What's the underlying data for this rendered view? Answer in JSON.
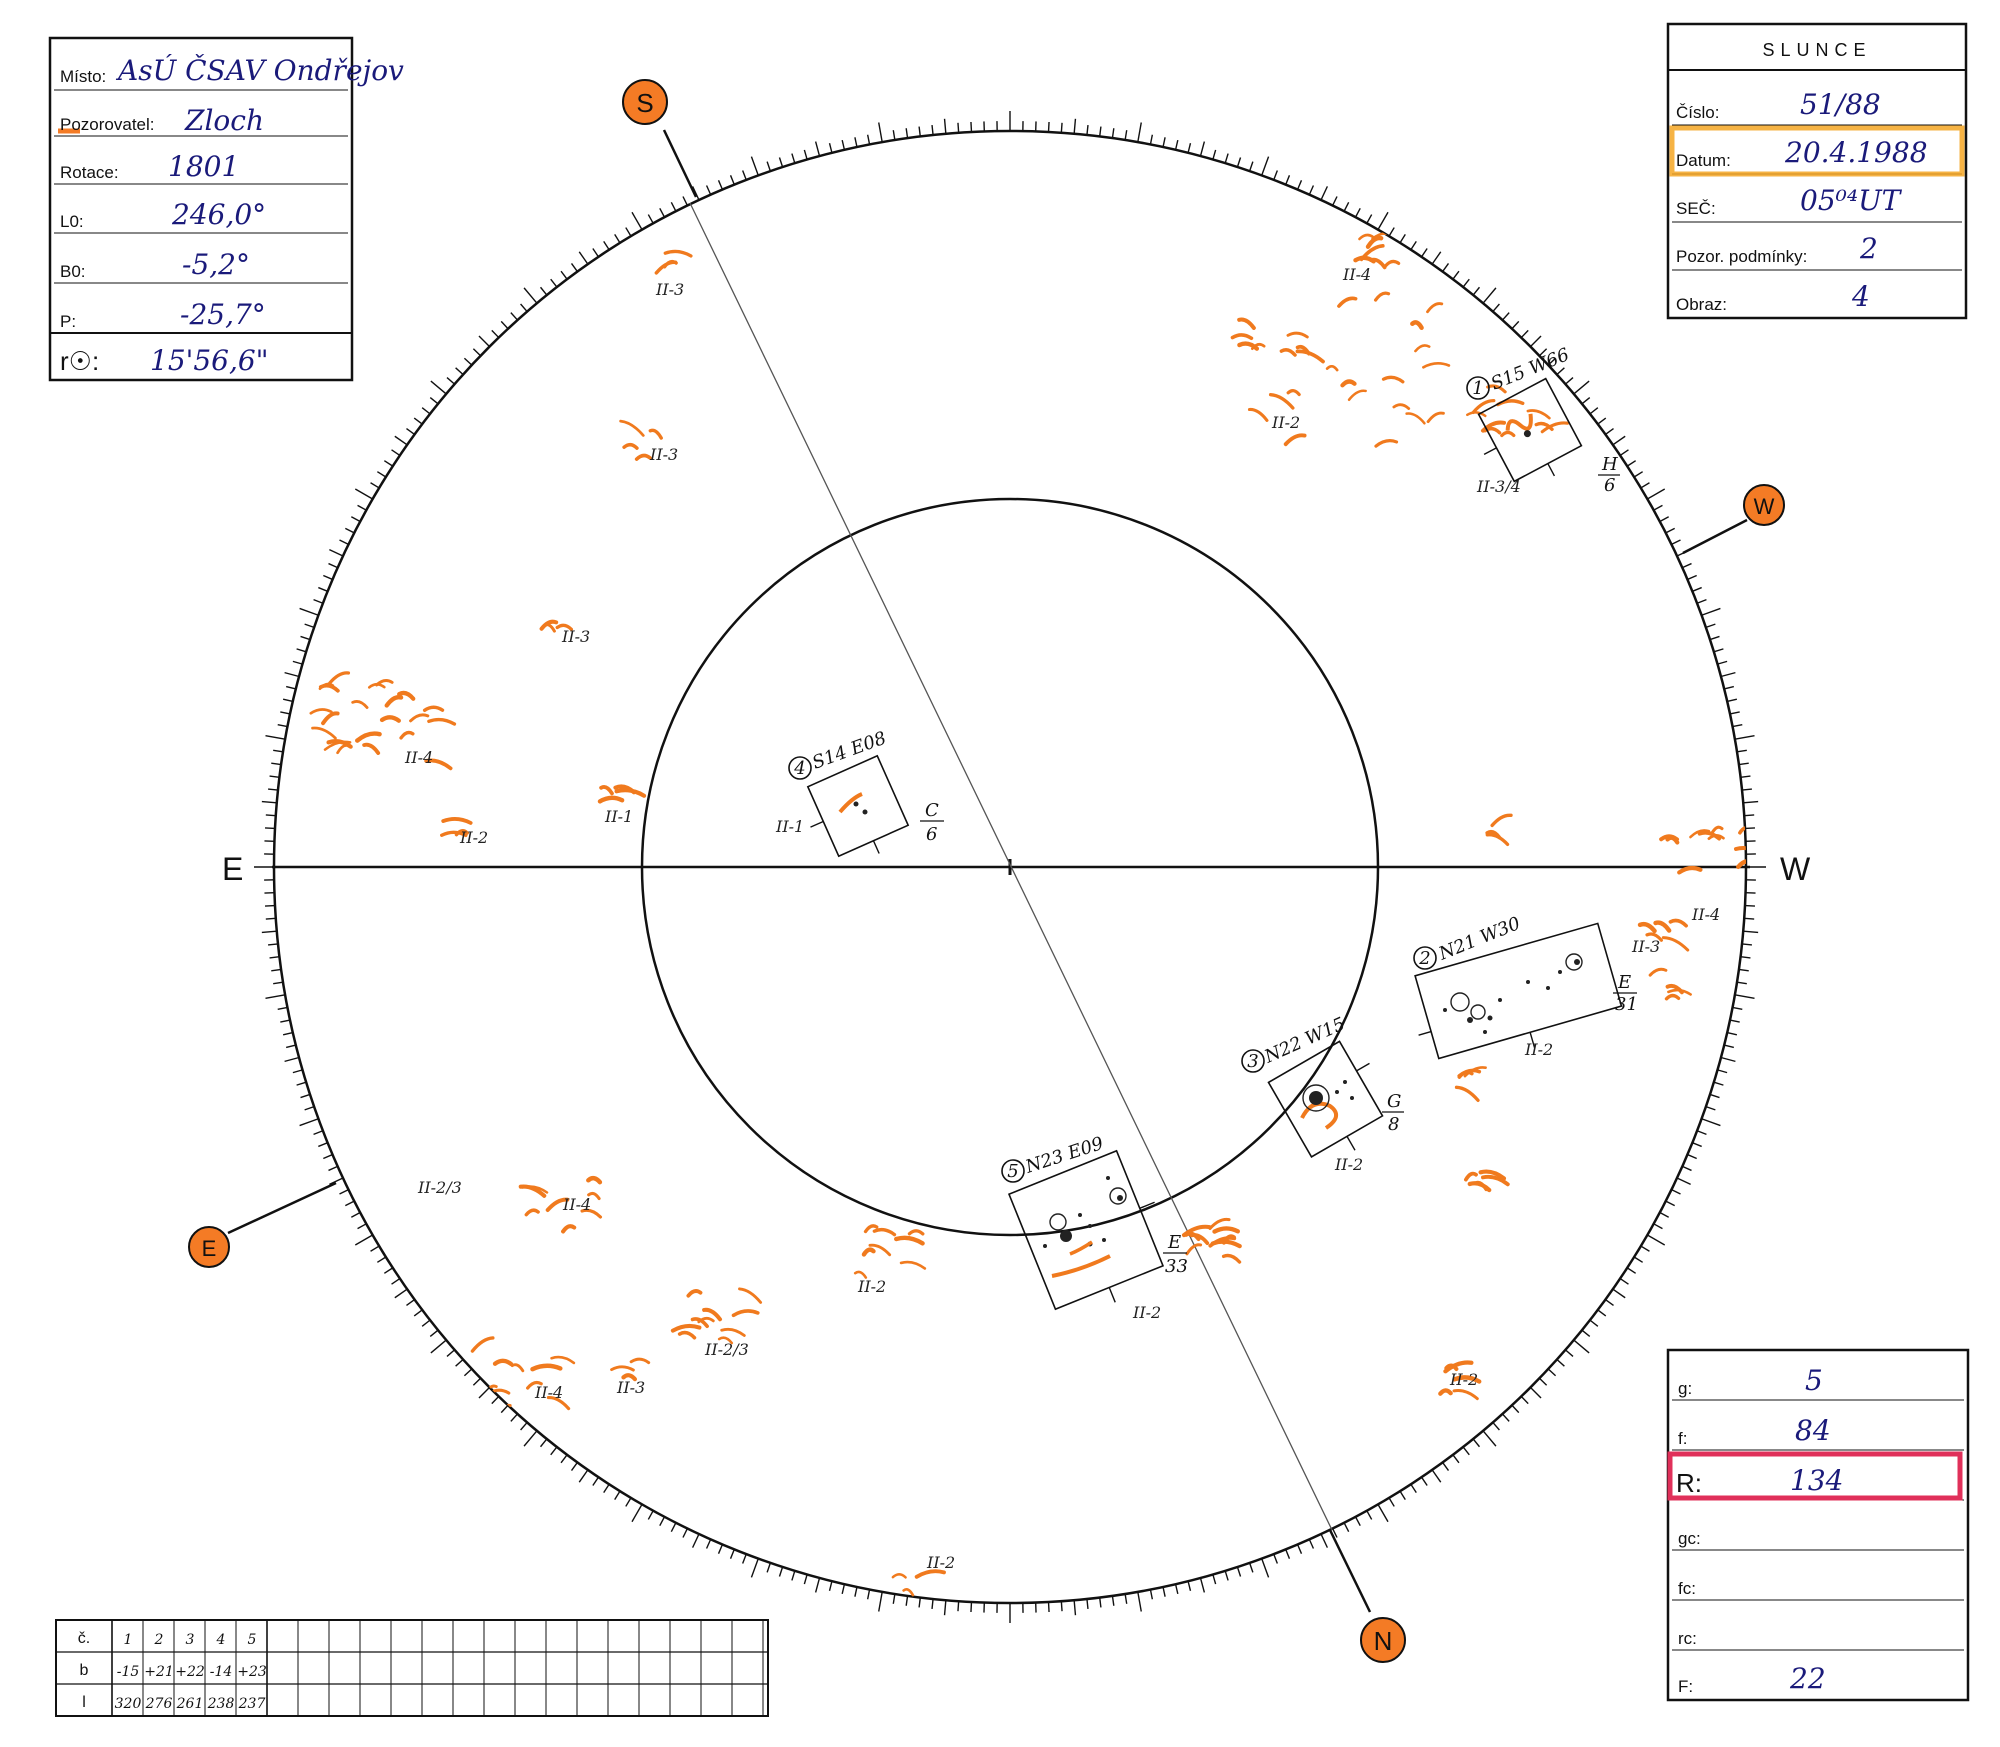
{
  "colors": {
    "spot_orange": "#f07a1e",
    "ink_blue": "#1a1a7a",
    "pole_fill": "#f47b25",
    "highlight_orange": "#f5a623",
    "highlight_red": "#e0305a"
  },
  "observatory_box": {
    "rows": [
      {
        "label": "Místo:",
        "value": "AsÚ ČSAV Ondřejov"
      },
      {
        "label": "Pozorovatel:",
        "value": "Zloch"
      },
      {
        "label": "Rotace:",
        "value": "1801"
      },
      {
        "label": "L0:",
        "value": "246,0°"
      },
      {
        "label": "B0:",
        "value": "-5,2°"
      },
      {
        "label": "P:",
        "value": "-25,7°"
      }
    ],
    "radius_label": "r☉:",
    "radius_value": "15'56,6\""
  },
  "sun_box": {
    "title": "SLUNCE",
    "rows": [
      {
        "label": "Číslo:",
        "value": "51/88"
      },
      {
        "label": "Datum:",
        "value": "20.4.1988"
      },
      {
        "label": "SEČ:",
        "value": "05⁰⁴UT"
      },
      {
        "label": "Pozor. podmínky:",
        "value": "2"
      },
      {
        "label": "Obraz:",
        "value": "4"
      }
    ]
  },
  "counts_box": {
    "rows": [
      {
        "label": "g:",
        "value": "5"
      },
      {
        "label": "f:",
        "value": "84"
      },
      {
        "label": "R:",
        "value": "134"
      },
      {
        "label": "gc:",
        "value": ""
      },
      {
        "label": "fc:",
        "value": ""
      },
      {
        "label": "rc:",
        "value": ""
      },
      {
        "label": "F:",
        "value": "22"
      }
    ]
  },
  "group_table": {
    "row_labels": [
      "č.",
      "b",
      "l"
    ],
    "numbers": [
      "1",
      "2",
      "3",
      "4",
      "5"
    ],
    "b": [
      "-15",
      "+21",
      "+22",
      "-14",
      "+23"
    ],
    "l": [
      "320",
      "276",
      "261",
      "238",
      "237"
    ]
  },
  "directions": {
    "east_axis": "E",
    "west_axis": "W",
    "pole_s": "S",
    "pole_n": "N",
    "pole_w": "W",
    "pole_e": "E"
  },
  "groups": [
    {
      "number": "1",
      "coords": "S15 W66",
      "class": "H",
      "count": "6",
      "note": "II-3/4"
    },
    {
      "number": "2",
      "coords": "N21 W30",
      "class": "E",
      "count": "31",
      "note": "II-2"
    },
    {
      "number": "3",
      "coords": "N22 W15",
      "class": "G",
      "count": "8",
      "note": "II-2"
    },
    {
      "number": "4",
      "coords": "S14 E08",
      "class": "C",
      "count": "6",
      "note": "II-1"
    },
    {
      "number": "5",
      "coords": "N23 E09",
      "class": "E",
      "count": "33",
      "note": "II-2"
    }
  ],
  "facula_labels": [
    "II-3",
    "II-3",
    "II-3",
    "II-4",
    "II-1",
    "II-2",
    "II-4",
    "II-2",
    "II-3",
    "II-4",
    "II-2/3",
    "II-4",
    "II-2",
    "II-2/3",
    "II-4",
    "II-3",
    "II-2",
    "II-2"
  ]
}
